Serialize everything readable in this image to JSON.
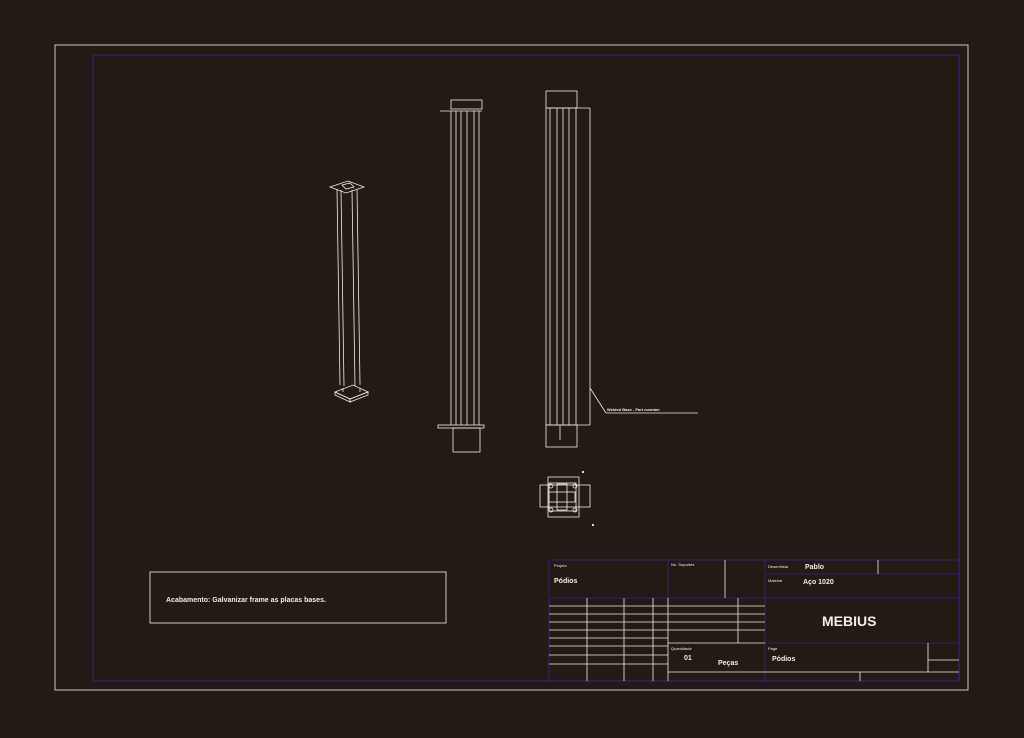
{
  "drawing": {
    "note": "Acabamento: Galvanizar frame as placas bases.",
    "leader_label": "Welded Base - Part member",
    "colors": {
      "background": "#231915",
      "line": "#f2ede6",
      "border_inner": "#2b2a8a"
    }
  },
  "title_block": {
    "project_label": "Projeto",
    "project_value": "Pódios",
    "number_label": "No. Suportes",
    "created_by_label": "Desenhista",
    "created_by_value": "Pablo",
    "material_label": "Material",
    "material_value": "Aço 1020",
    "company": "MEBIUS",
    "quantity_label": "Quantidade",
    "quantity_value": "01",
    "unit_value": "Peças",
    "page_label": "Page",
    "page_value": "Pódios"
  }
}
